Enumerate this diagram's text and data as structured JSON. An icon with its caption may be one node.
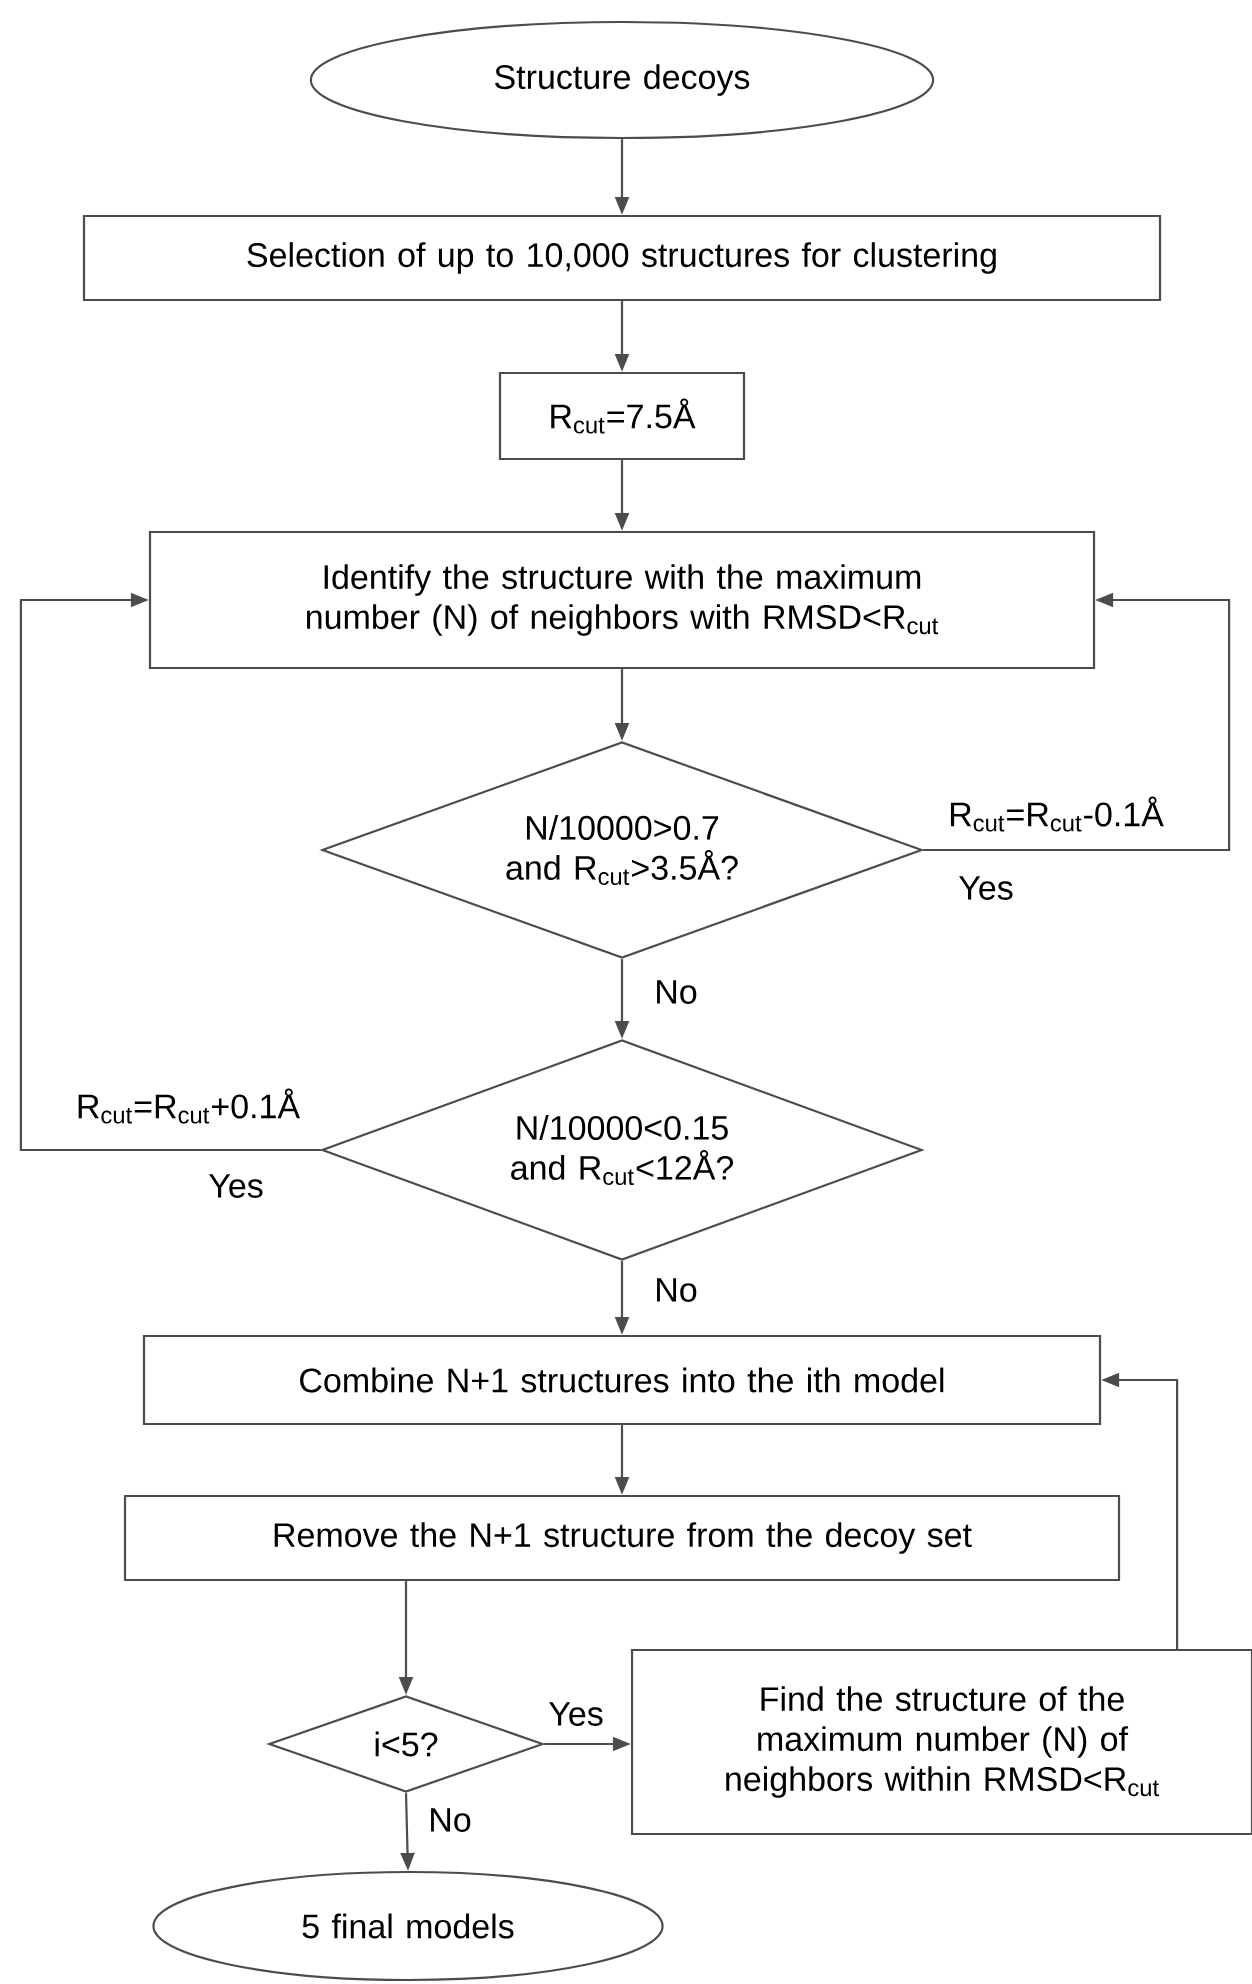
{
  "diagram": {
    "nodes": [
      {
        "text": [
          "Structure decoys"
        ]
      },
      {
        "text": [
          "Selection of up to 10,000 structures for clustering"
        ]
      },
      {
        "text": [
          "R$_{cut}$=7.5Å"
        ]
      },
      {
        "text": [
          "Identify the structure with the maximum number (N) of neighbors with RMSD<R$_{cut}$"
        ]
      },
      {
        "text": [
          "N/10000>0.7 and R$_{cut}$>3.5Å?"
        ]
      },
      {
        "text": [
          "N/10000<0.15 and R$_{cut}$<12Å?"
        ]
      },
      {
        "text": [
          "Combine N+1 structures into the ith model"
        ]
      },
      {
        "text": [
          "Remove the N+1 structure from the decoy set"
        ]
      },
      {
        "text": [
          "i<5?"
        ]
      },
      {
        "text": [
          "Find the structure of the maximum number (N) of neighbors within RMSD<R$_{cut}$"
        ]
      },
      {
        "text": [
          "5 final models"
        ]
      }
    ],
    "edges": [
      {
        "from": 0,
        "to": 1,
        "arrow": "to"
      },
      {
        "from": 1,
        "to": 2,
        "arrow": "to"
      },
      {
        "from": 2,
        "to": 3,
        "arrow": "to"
      },
      {
        "from": 3,
        "to": 4,
        "arrow": "to"
      },
      {
        "from": 4,
        "to": 3,
        "arrow": "to",
        "label": "Yes"
      },
      {
        "from": 4,
        "to": 5,
        "arrow": "to",
        "label": "No"
      },
      {
        "from": 5,
        "to": 3,
        "arrow": "to",
        "label": "Yes"
      },
      {
        "from": 5,
        "to": 6,
        "arrow": "to",
        "label": "No"
      },
      {
        "from": 6,
        "to": 7,
        "arrow": "to"
      },
      {
        "from": 7,
        "to": 8,
        "arrow": "to"
      },
      {
        "from": 8,
        "to": 9,
        "arrow": "to",
        "label": "Yes"
      },
      {
        "from": 8,
        "to": 10,
        "arrow": "to",
        "label": "No"
      },
      {
        "from": 9,
        "to": 6,
        "arrow": "to"
      }
    ],
    "labels": [
      "R$_{cut}$=R$_{cut}$-0.1Å",
      "R$_{cut}$=R$_{cut}$+0.1Å"
    ]
  }
}
